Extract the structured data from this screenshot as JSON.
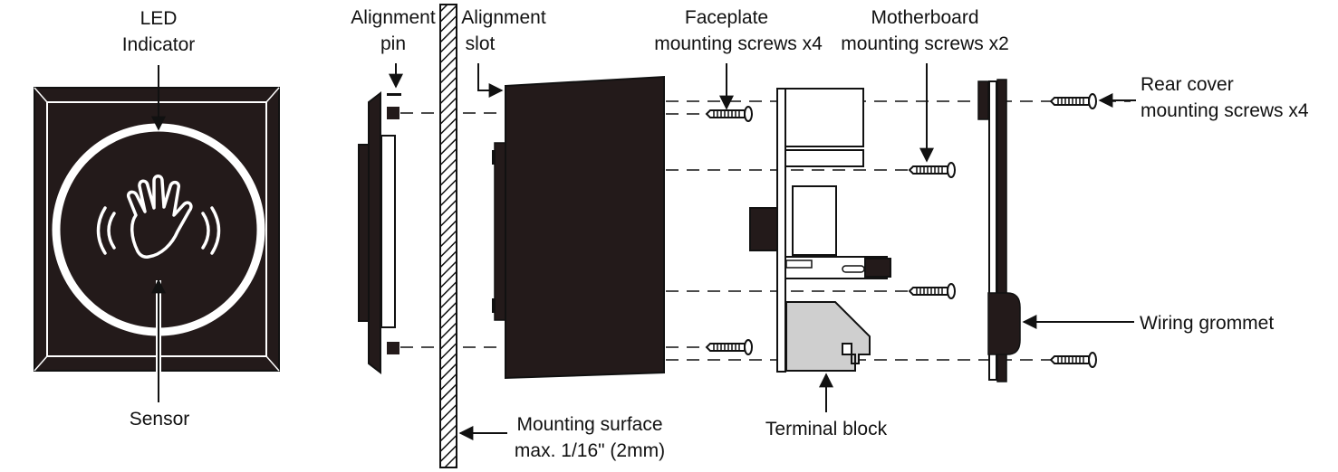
{
  "labels": {
    "led_line1": "LED",
    "led_line2": "Indicator",
    "sensor": "Sensor",
    "alignment_pin_line1": "Alignment",
    "alignment_pin_line2": "pin",
    "alignment_slot_line1": "Alignment",
    "alignment_slot_line2": "slot",
    "faceplate_line1": "Faceplate",
    "faceplate_line2": "mounting screws x4",
    "motherboard_line1": "Motherboard",
    "motherboard_line2": "mounting screws x2",
    "rear_cover_line1": "Rear cover",
    "rear_cover_line2": "mounting screws x4",
    "wiring_grommet": "Wiring grommet",
    "mounting_surface_line1": "Mounting surface",
    "mounting_surface_line2": "max. 1/16\" (2mm)",
    "terminal_block": "Terminal block"
  },
  "icons": {
    "sensor": "hand-wave-icon",
    "screw": "screw-icon"
  },
  "colors": {
    "body": "#231a1a",
    "line": "#111111",
    "terminal_block": "#cfcfcf"
  }
}
